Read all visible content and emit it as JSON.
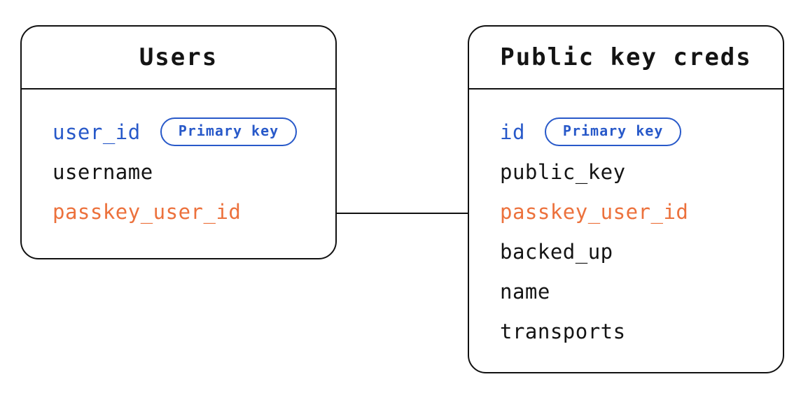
{
  "colors": {
    "background": "#ffffff",
    "table_border": "#111111",
    "field_text": "#141414",
    "primary_key_blue": "#2859c9",
    "relation_orange": "#ec713c"
  },
  "tables": [
    {
      "title": "Users",
      "fields": [
        {
          "name": "user_id",
          "role": "primary-key",
          "badge": "Primary key"
        },
        {
          "name": "username",
          "role": "default"
        },
        {
          "name": "passkey_user_id",
          "role": "relation"
        }
      ]
    },
    {
      "title": "Public key creds",
      "fields": [
        {
          "name": "id",
          "role": "primary-key",
          "badge": "Primary key"
        },
        {
          "name": "public_key",
          "role": "default"
        },
        {
          "name": "passkey_user_id",
          "role": "relation"
        },
        {
          "name": "backed_up",
          "role": "default"
        },
        {
          "name": "name",
          "role": "default"
        },
        {
          "name": "transports",
          "role": "default"
        }
      ]
    }
  ],
  "relationship": {
    "from": "Users.passkey_user_id",
    "to": "Public key creds.passkey_user_id"
  }
}
